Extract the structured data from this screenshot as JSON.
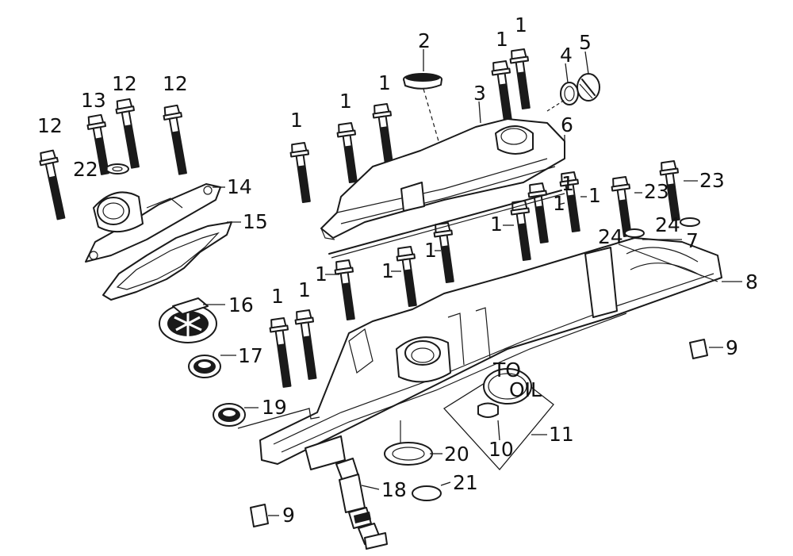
{
  "diagram": {
    "callouts": [
      {
        "id": "c-2",
        "text": "2"
      },
      {
        "id": "c-1a",
        "text": "1"
      },
      {
        "id": "c-1b",
        "text": "1"
      },
      {
        "id": "c-4",
        "text": "4"
      },
      {
        "id": "c-5",
        "text": "5"
      },
      {
        "id": "c-3",
        "text": "3"
      },
      {
        "id": "c-6",
        "text": "6"
      },
      {
        "id": "c-1c",
        "text": "1"
      },
      {
        "id": "c-1d",
        "text": "1"
      },
      {
        "id": "c-1e",
        "text": "1"
      },
      {
        "id": "c-13",
        "text": "13"
      },
      {
        "id": "c-12a",
        "text": "12"
      },
      {
        "id": "c-12b",
        "text": "12"
      },
      {
        "id": "c-12c",
        "text": "12"
      },
      {
        "id": "c-22",
        "text": "22"
      },
      {
        "id": "c-14",
        "text": "14"
      },
      {
        "id": "c-15",
        "text": "15"
      },
      {
        "id": "c-1f",
        "text": "1"
      },
      {
        "id": "c-1g",
        "text": "1"
      },
      {
        "id": "c-1h",
        "text": "1"
      },
      {
        "id": "c-1i",
        "text": "1"
      },
      {
        "id": "c-23a",
        "text": "23"
      },
      {
        "id": "c-23b",
        "text": "23"
      },
      {
        "id": "c-24a",
        "text": "24"
      },
      {
        "id": "c-24b",
        "text": "24"
      },
      {
        "id": "c-7",
        "text": "7"
      },
      {
        "id": "c-8",
        "text": "8"
      },
      {
        "id": "c-1j",
        "text": "1"
      },
      {
        "id": "c-1k",
        "text": "1"
      },
      {
        "id": "c-1l",
        "text": "1"
      },
      {
        "id": "c-1m",
        "text": "1"
      },
      {
        "id": "c-1n",
        "text": "1"
      },
      {
        "id": "c-16",
        "text": "16"
      },
      {
        "id": "c-17",
        "text": "17"
      },
      {
        "id": "c-19",
        "text": "19"
      },
      {
        "id": "c-9a",
        "text": "9"
      },
      {
        "id": "c-9b",
        "text": "9"
      },
      {
        "id": "c-10",
        "text": "10"
      },
      {
        "id": "c-11",
        "text": "11"
      },
      {
        "id": "c-20",
        "text": "20"
      },
      {
        "id": "c-21",
        "text": "21"
      },
      {
        "id": "c-18",
        "text": "18"
      }
    ],
    "cap_text": {
      "to": "TO",
      "oil": "OIL"
    }
  }
}
